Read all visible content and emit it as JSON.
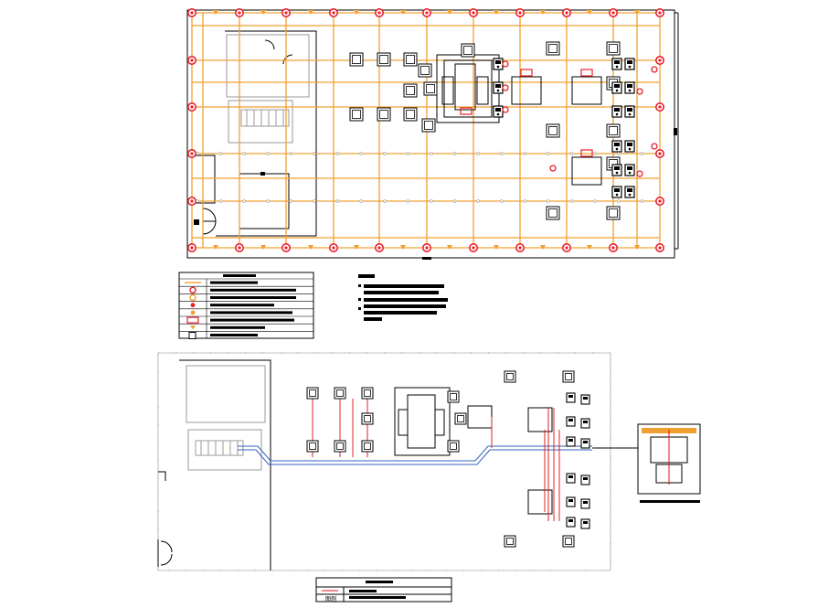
{
  "drawing": {
    "top_plan": {
      "grid_color": "#f0a030",
      "ground_terminal_color": "#e8202a",
      "columns_x": [
        210,
        262,
        313,
        365,
        415,
        467,
        518,
        569,
        620,
        671,
        722
      ],
      "rows_y": [
        14,
        66,
        117,
        168,
        220,
        271
      ],
      "col_x": [
        210,
        222,
        262,
        313,
        365,
        415,
        467,
        518,
        569,
        620,
        671,
        697,
        722
      ],
      "row_y": [
        14,
        28,
        66,
        90,
        117,
        168,
        195,
        220,
        260,
        271
      ]
    },
    "bottom_plan": {
      "cable_color": "#3060c0",
      "lead_color": "#e02020"
    }
  },
  "legend_top": {
    "rows": [
      {
        "symbol": "line-orange"
      },
      {
        "symbol": "ground-rod-red"
      },
      {
        "symbol": "ground-rod-orange"
      },
      {
        "symbol": "terminal-red"
      },
      {
        "symbol": "terminal-orange"
      },
      {
        "symbol": "busbar-red"
      },
      {
        "symbol": "test-point-orange"
      },
      {
        "symbol": "square-box"
      }
    ]
  },
  "notes": {
    "items": 3
  },
  "legend_bottom": {
    "label": "图例"
  }
}
